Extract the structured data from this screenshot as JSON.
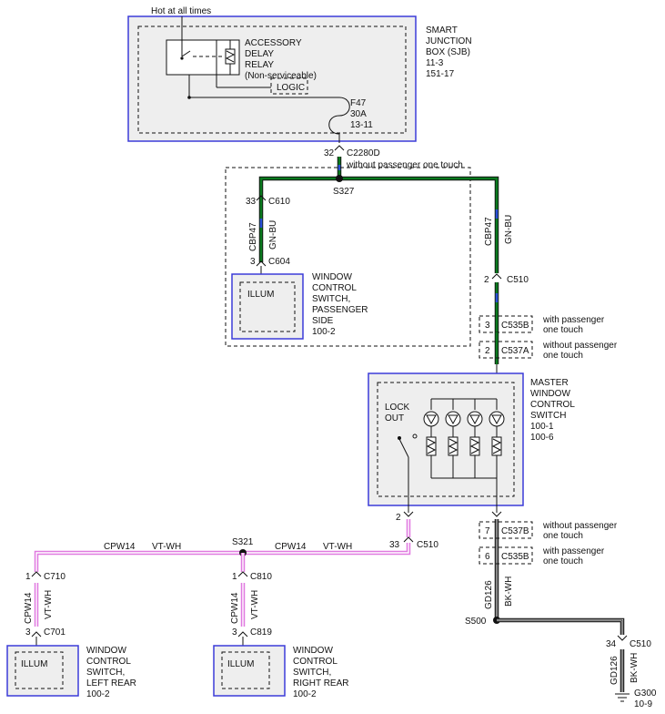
{
  "labels": {
    "hot_at_all_times": "Hot at all times",
    "sjb_1": "SMART",
    "sjb_2": "JUNCTION",
    "sjb_3": "BOX (SJB)",
    "sjb_4": "11-3",
    "sjb_5": "151-17",
    "relay_1": "ACCESSORY",
    "relay_2": "DELAY",
    "relay_3": "RELAY",
    "relay_4": "(Non-serviceable)",
    "logic": "LOGIC",
    "fuse_1": "F47",
    "fuse_2": "30A",
    "fuse_3": "13-11",
    "c2280d_pin": "32",
    "c2280d": "C2280D",
    "without_pass_one_touch": "without passenger one touch",
    "s327": "S327",
    "c610_pin": "33",
    "c610": "C610",
    "cbp47_a": "CBP47",
    "gnbu_a": "GN-BU",
    "c604_pin": "3",
    "c604": "C604",
    "illum_pass": "ILLUM",
    "wcs_pass_1": "WINDOW",
    "wcs_pass_2": "CONTROL",
    "wcs_pass_3": "SWITCH,",
    "wcs_pass_4": "PASSENGER",
    "wcs_pass_5": "SIDE",
    "wcs_pass_6": "100-2",
    "cbp47_b": "CBP47",
    "gnbu_b": "GN-BU",
    "c510_top_pin": "2",
    "c510_top": "C510",
    "c535b_top_pin": "3",
    "c535b_top": "C535B",
    "with_pass_1": "with passenger",
    "with_pass_2": "one touch",
    "c537a_pin": "2",
    "c537a": "C537A",
    "without_pass_1": "without passenger",
    "without_pass_2": "one touch",
    "mwcs_1": "MASTER",
    "mwcs_2": "WINDOW",
    "mwcs_3": "CONTROL",
    "mwcs_4": "SWITCH",
    "mwcs_5": "100-1",
    "mwcs_6": "100-6",
    "lock_1": "LOCK",
    "lock_2": "OUT",
    "c510_mid_pin_a": "2",
    "c510_mid_pin_b": "33",
    "c510_mid": "C510",
    "c537b_pin": "7",
    "c537b": "C537B",
    "without_pass_3": "without passenger",
    "without_pass_4": "one touch",
    "c535b_bot_pin": "6",
    "c535b_bot": "C535B",
    "with_pass_3": "with passenger",
    "with_pass_4": "one touch",
    "cpw14_a": "CPW14",
    "vtwh_a": "VT-WH",
    "s321": "S321",
    "cpw14_b": "CPW14",
    "vtwh_b": "VT-WH",
    "c710_pin": "1",
    "c710": "C710",
    "cpw14_c": "CPW14",
    "vtwh_c": "VT-WH",
    "c701_pin": "3",
    "c701": "C701",
    "c810_pin": "1",
    "c810": "C810",
    "cpw14_d": "CPW14",
    "vtwh_d": "VT-WH",
    "c819_pin": "3",
    "c819": "C819",
    "illum_lr": "ILLUM",
    "wcs_lr_1": "WINDOW",
    "wcs_lr_2": "CONTROL",
    "wcs_lr_3": "SWITCH,",
    "wcs_lr_4": "LEFT REAR",
    "wcs_lr_5": "100-2",
    "illum_rr": "ILLUM",
    "wcs_rr_1": "WINDOW",
    "wcs_rr_2": "CONTROL",
    "wcs_rr_3": "SWITCH,",
    "wcs_rr_4": "RIGHT REAR",
    "wcs_rr_5": "100-2",
    "gd126_a": "GD126",
    "bkwh_a": "BK-WH",
    "s500": "S500",
    "c510_bot_pin": "34",
    "c510_bot": "C510",
    "gd126_b": "GD126",
    "bkwh_b": "BK-WH",
    "g300": "G300",
    "g300_ref": "10-9"
  },
  "colors": {
    "module_border": "#3b3bd9",
    "module_fill": "#eeeeee",
    "wire_green": "#0a7a1e",
    "wire_blue": "#2a4fd6",
    "wire_violet": "#e07ae0",
    "wire_black": "#111111"
  }
}
